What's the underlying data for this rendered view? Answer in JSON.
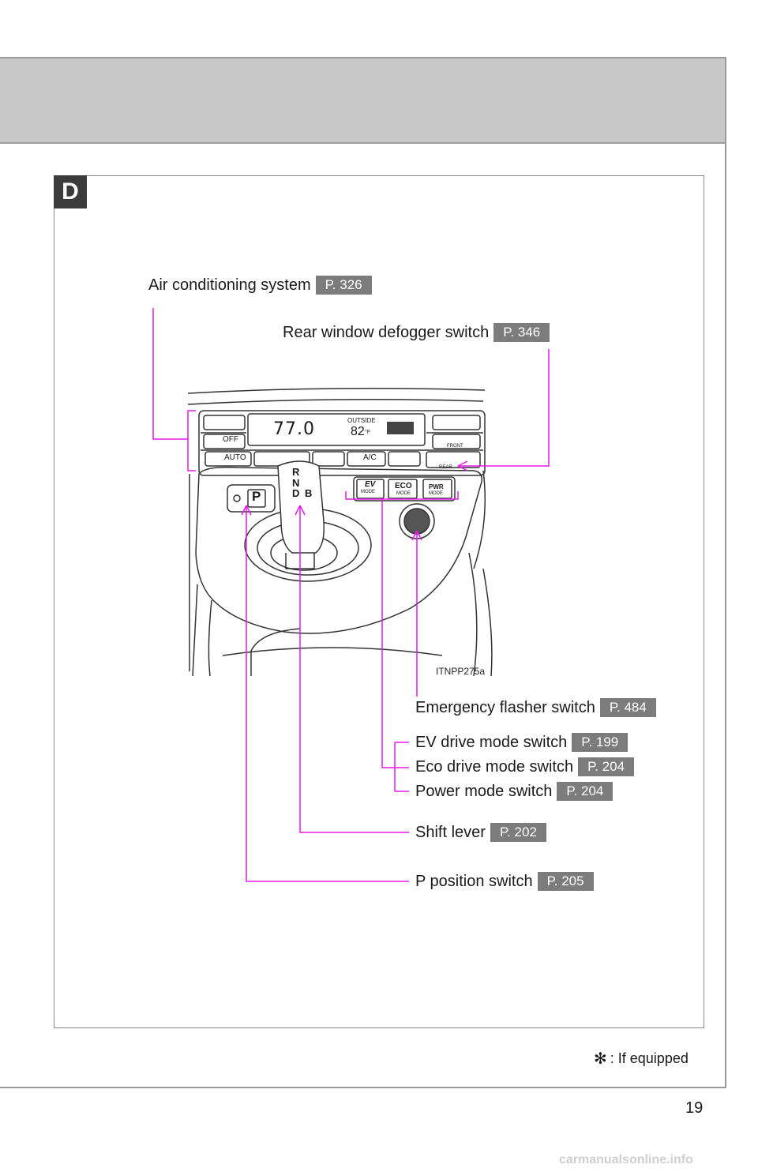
{
  "section": {
    "badge": "D"
  },
  "callouts": [
    {
      "id": "ac",
      "label": "Air conditioning system",
      "page": "P. 326"
    },
    {
      "id": "defog",
      "label": "Rear window defogger switch",
      "page": "P. 346"
    },
    {
      "id": "flasher",
      "label": "Emergency flasher switch",
      "page": "P. 484"
    },
    {
      "id": "ev",
      "label": "EV drive mode switch",
      "page": "P. 199"
    },
    {
      "id": "eco",
      "label": "Eco drive mode switch",
      "page": "P. 204"
    },
    {
      "id": "power",
      "label": "Power mode switch",
      "page": "P. 204"
    },
    {
      "id": "shift",
      "label": "Shift lever",
      "page": "P. 202"
    },
    {
      "id": "ppos",
      "label": "P position switch",
      "page": "P. 205"
    }
  ],
  "figure": {
    "code": "ITNPP275a",
    "display_temp": "77.0",
    "display_outside_label": "OUTSIDE",
    "display_outside_temp": "82",
    "display_outside_unit": "°F",
    "panel_labels": {
      "off": "OFF",
      "auto": "AUTO",
      "ac": "A/C",
      "front": "FRONT",
      "rear": "REAR"
    },
    "mode_buttons": {
      "ev": "EV",
      "ev_sub": "MODE",
      "eco": "ECO",
      "eco_sub": "MODE",
      "pwr": "PWR",
      "pwr_sub": "MODE"
    },
    "shift_letters": {
      "r": "R",
      "n": "N",
      "d": "D",
      "b": "B"
    },
    "p_button": "P",
    "callout_color": "#e619e6"
  },
  "footnote": {
    "symbol": "✻",
    "text": ": If equipped"
  },
  "page_number": "19",
  "watermark": "carmanualsonline.info"
}
